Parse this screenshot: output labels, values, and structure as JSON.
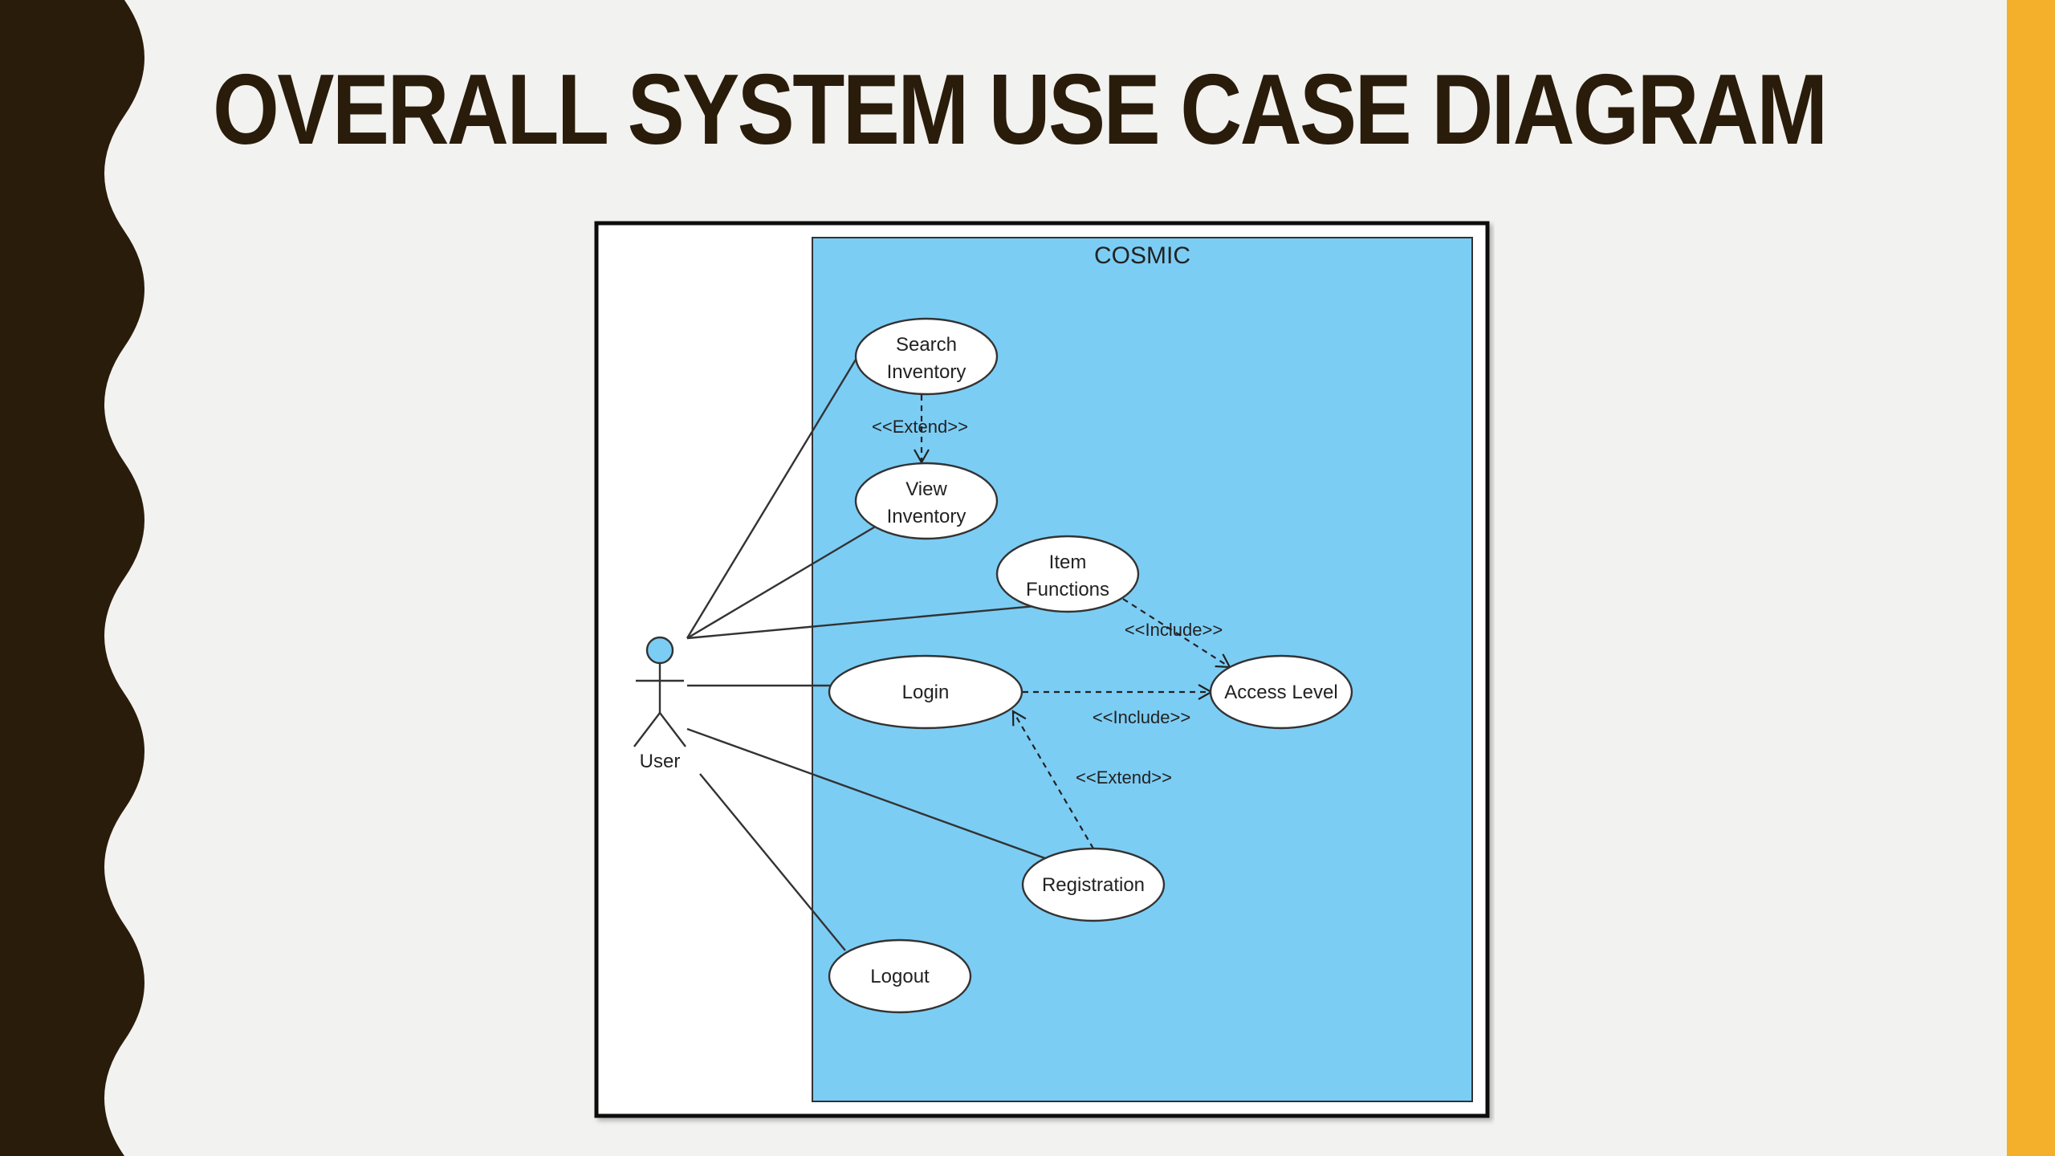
{
  "slide": {
    "title": "OVERALL SYSTEM USE CASE DIAGRAM",
    "colors": {
      "background": "#f2f2f0",
      "left_band": "#2a1c0a",
      "accent_bar": "#f4b02a",
      "title_text": "#2a1c0a",
      "system_fill": "#7ccdf4",
      "usecase_fill": "#ffffff"
    }
  },
  "diagram": {
    "system_name": "COSMIC",
    "actor": {
      "label": "User"
    },
    "use_cases": {
      "search_inventory": [
        "Search",
        "Inventory"
      ],
      "view_inventory": [
        "View",
        "Inventory"
      ],
      "item_functions": [
        "Item",
        "Functions"
      ],
      "login": "Login",
      "access_level": "Access Level",
      "registration": "Registration",
      "logout": "Logout"
    },
    "relations": {
      "search_view_extend": "<<Extend>>",
      "item_access_include": "<<Include>>",
      "login_access_include": "<<Include>>",
      "registration_login_extend": "<<Extend>>"
    }
  }
}
